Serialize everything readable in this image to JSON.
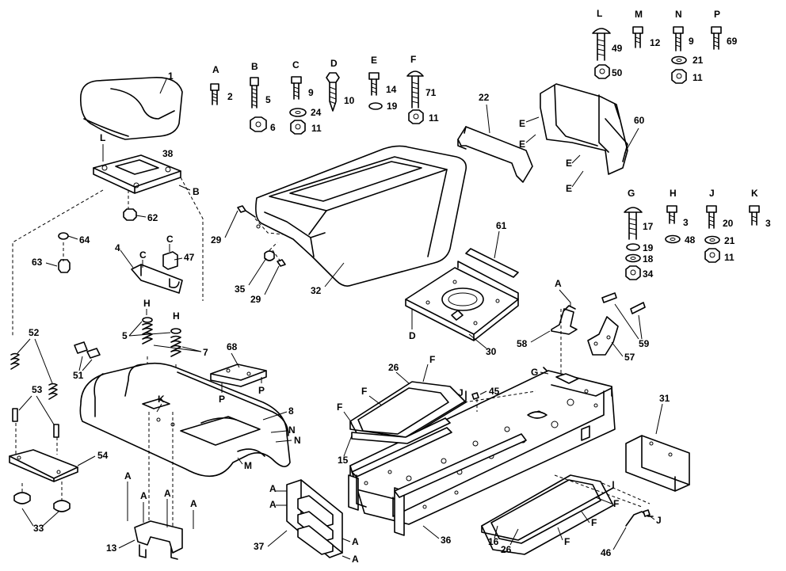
{
  "hardware": {
    "A": {
      "letter": "A",
      "parts": [
        "2"
      ]
    },
    "B": {
      "letter": "B",
      "parts": [
        "5",
        "6"
      ]
    },
    "C": {
      "letter": "C",
      "parts": [
        "9",
        "24",
        "11"
      ]
    },
    "D": {
      "letter": "D",
      "parts": [
        "10"
      ]
    },
    "E": {
      "letter": "E",
      "parts": [
        "14",
        "19"
      ]
    },
    "F": {
      "letter": "F",
      "parts": [
        "71",
        "11"
      ]
    },
    "L": {
      "letter": "L",
      "parts": [
        "49",
        "50"
      ]
    },
    "M": {
      "letter": "M",
      "parts": [
        "12"
      ]
    },
    "N": {
      "letter": "N",
      "parts": [
        "9",
        "21",
        "11"
      ]
    },
    "P": {
      "letter": "P",
      "parts": [
        "69"
      ]
    },
    "G": {
      "letter": "G",
      "parts": [
        "17",
        "19",
        "18",
        "34"
      ]
    },
    "H": {
      "letter": "H",
      "parts": [
        "3",
        "48"
      ]
    },
    "J": {
      "letter": "J",
      "parts": [
        "20",
        "21",
        "11"
      ]
    },
    "K": {
      "letter": "K",
      "parts": [
        "3"
      ]
    }
  },
  "callouts": {
    "p1": "1",
    "p38": "38",
    "p62": "62",
    "p64": "64",
    "p63": "63",
    "p4": "4",
    "p47": "47",
    "p5": "5",
    "p7": "7",
    "p52": "52",
    "p51": "51",
    "p53": "53",
    "p54": "54",
    "p33": "33",
    "p13": "13",
    "p8": "8",
    "p68": "68",
    "p22": "22",
    "p60": "60",
    "p29a": "29",
    "p29b": "29",
    "p35": "35",
    "p32": "32",
    "p61": "61",
    "p30": "30",
    "p58": "58",
    "p57": "57",
    "p59": "59",
    "p26a": "26",
    "p26b": "26",
    "p15": "15",
    "p45": "45",
    "p31": "31",
    "p36": "36",
    "p37": "37",
    "p16": "16",
    "p46": "46"
  },
  "letters": {
    "L1": "L",
    "B1": "B",
    "C1": "C",
    "C2": "C",
    "H1": "H",
    "H2": "H",
    "K1": "K",
    "P1": "P",
    "P2": "P",
    "N1": "N",
    "N2": "N",
    "M1": "M",
    "D1": "D",
    "E1": "E",
    "E2": "E",
    "E3": "E",
    "E4": "E",
    "A1": "A",
    "A2": "A",
    "A3": "A",
    "A4": "A",
    "A5": "A",
    "A6": "A",
    "A7": "A",
    "A8": "A",
    "A9": "A",
    "F1": "F",
    "F2": "F",
    "F3": "F",
    "F4": "F",
    "F5": "F",
    "F6": "F",
    "J1": "J",
    "J2": "J",
    "G1": "G"
  }
}
